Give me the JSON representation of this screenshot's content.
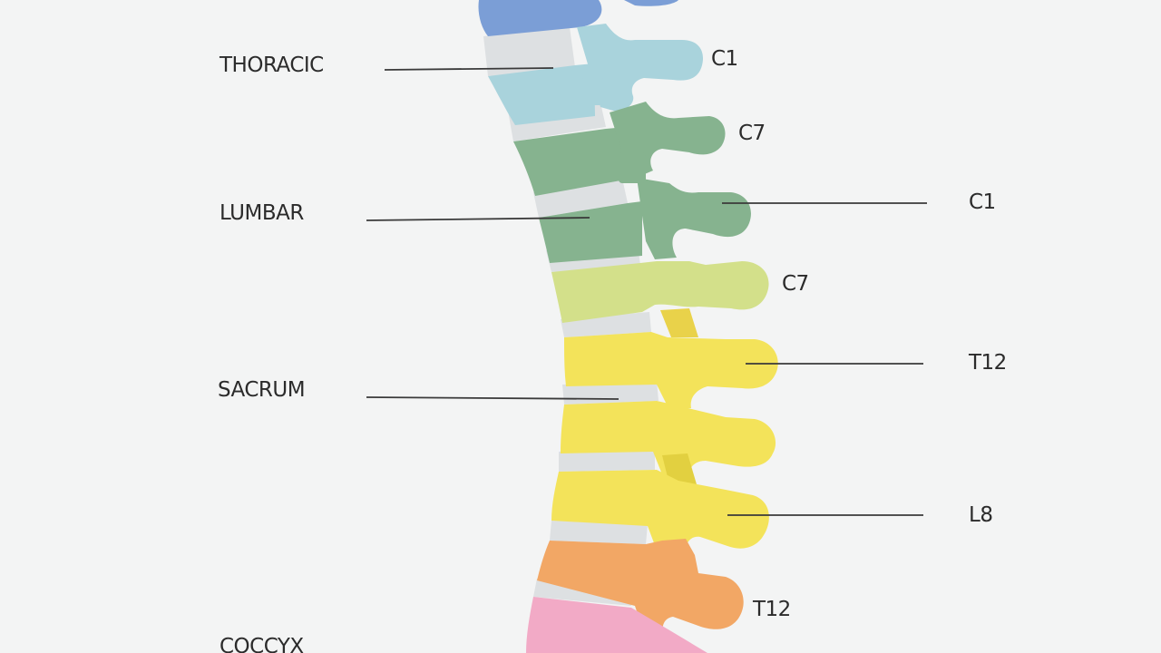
{
  "region_labels": {
    "thoracic": "THORACIC",
    "lumbar": "LUMBAR",
    "sacrum": "SACRUM",
    "coccyx": "COCCYX"
  },
  "vertebra_labels": {
    "c1_top": "C1",
    "c7_upper": "C7",
    "c1_lower": "C1",
    "c7_lower": "C7",
    "t12_upper": "T12",
    "l8": "L8",
    "t12_lower": "T12"
  },
  "colors": {
    "background": "#f3f4f4",
    "blue": "#7b9ed6",
    "light_blue": "#a9d3dc",
    "green": "#86b38f",
    "lime": "#d3e08a",
    "yellow": "#f3e35a",
    "orange": "#f2a765",
    "pink": "#f2aac6",
    "disc": "#dde0e2",
    "line": "#3a3a3a"
  }
}
